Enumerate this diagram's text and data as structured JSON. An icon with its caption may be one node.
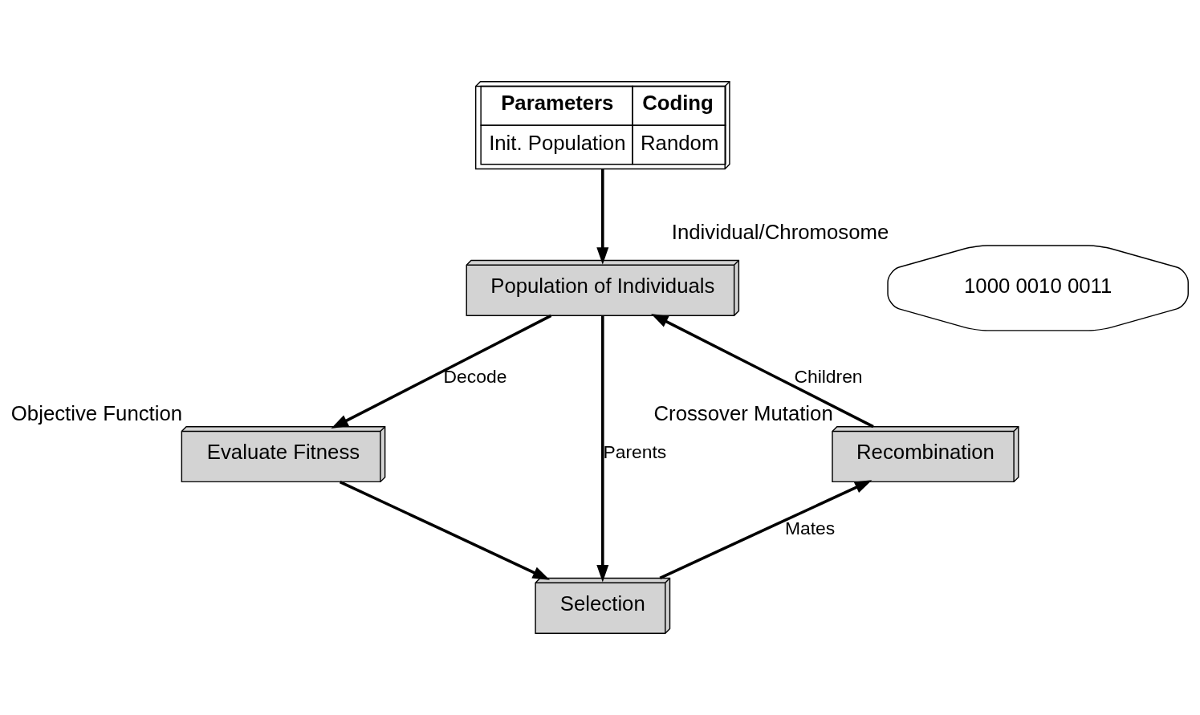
{
  "diagram": {
    "nodes": [
      {
        "text": [
          "Parameters",
          "Coding",
          "Init. Population",
          "Random"
        ]
      },
      {
        "text": [
          "1000 0010 0011"
        ],
        "beside": [
          "Individual/Chromosome"
        ]
      },
      {
        "text": [
          "Population of Individuals"
        ]
      },
      {
        "text": [
          "Recombination"
        ],
        "beside": [
          "Crossover Mutation"
        ]
      },
      {
        "text": [
          "Evaluate Fitness"
        ],
        "beside": [
          "Objective Function"
        ]
      },
      {
        "text": [
          "Selection"
        ]
      }
    ],
    "edges": [
      {
        "from": 0,
        "to": 2,
        "arrow": "to"
      },
      {
        "from": 2,
        "to": 4,
        "arrow": "to",
        "label": "Decode"
      },
      {
        "from": 4,
        "to": 5,
        "arrow": "to"
      },
      {
        "from": 2,
        "to": 5,
        "arrow": "to",
        "label": "Parents"
      },
      {
        "from": 5,
        "to": 3,
        "arrow": "to",
        "label": "Mates"
      },
      {
        "from": 3,
        "to": 2,
        "arrow": "to",
        "label": "Children"
      }
    ]
  }
}
